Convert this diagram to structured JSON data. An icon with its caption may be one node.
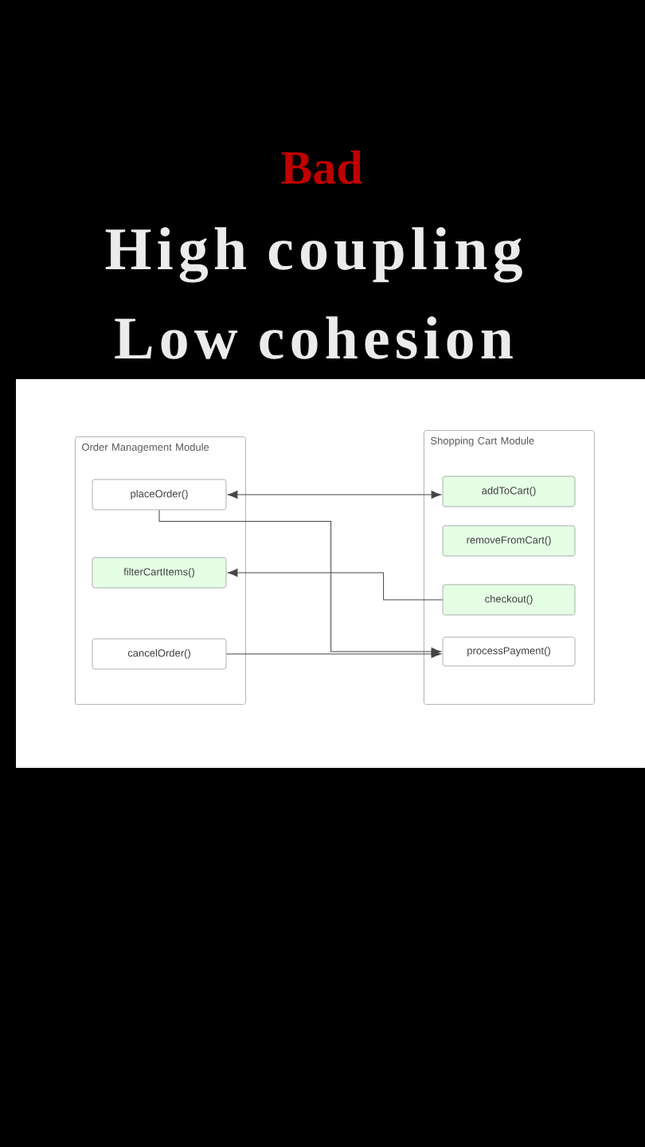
{
  "diagram": {
    "title": "Bad",
    "nodes": [
      {
        "text": [
          "Order Management Module"
        ]
      },
      {
        "text": [
          "placeOrder()"
        ],
        "in": 0
      },
      {
        "text": [
          "filterCartItems()"
        ],
        "in": 0
      },
      {
        "text": [
          "cancelOrder()"
        ],
        "in": 0
      },
      {
        "text": [
          "Shopping Cart Module"
        ]
      },
      {
        "text": [
          "addToCart()"
        ],
        "in": 4
      },
      {
        "text": [
          "removeFromCart()"
        ],
        "in": 4
      },
      {
        "text": [
          "checkout()"
        ],
        "in": 4
      },
      {
        "text": [
          "processPayment()"
        ],
        "in": 4
      }
    ],
    "edges": [
      {
        "from": 1,
        "to": 5,
        "arrow": "both"
      },
      {
        "from": 1,
        "to": 8,
        "arrow": "to"
      },
      {
        "from": 7,
        "to": 2,
        "arrow": "to"
      },
      {
        "from": 3,
        "to": 8,
        "arrow": "to"
      }
    ],
    "labels": [
      "High coupling",
      "Low cohesion"
    ]
  }
}
